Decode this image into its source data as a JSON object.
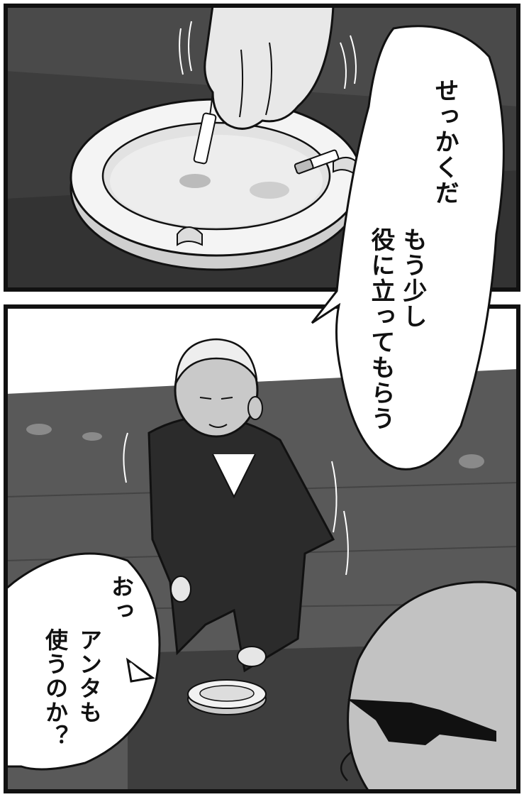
{
  "panels": [
    {
      "id": "panel-top",
      "scene": "hand-stubbing-cigarette-in-ashtray",
      "speech": {
        "lines": [
          "せっかくだ",
          "もう少し",
          "役に立ってもらう"
        ]
      }
    },
    {
      "id": "panel-bottom",
      "scene": "suited-man-bowing-to-ashtray-bald-man-in-sunglasses",
      "speech": {
        "lines": [
          "おっ",
          "アンタも",
          "使うのか？"
        ]
      }
    }
  ],
  "colors": {
    "border": "#111111",
    "panel_bg_dark": "#3d3d3d",
    "wall": "#595959",
    "ashtray": "#f4f4f4",
    "suit": "#2b2b2b",
    "skin": "#c9c9c9",
    "bubble": "#ffffff"
  }
}
